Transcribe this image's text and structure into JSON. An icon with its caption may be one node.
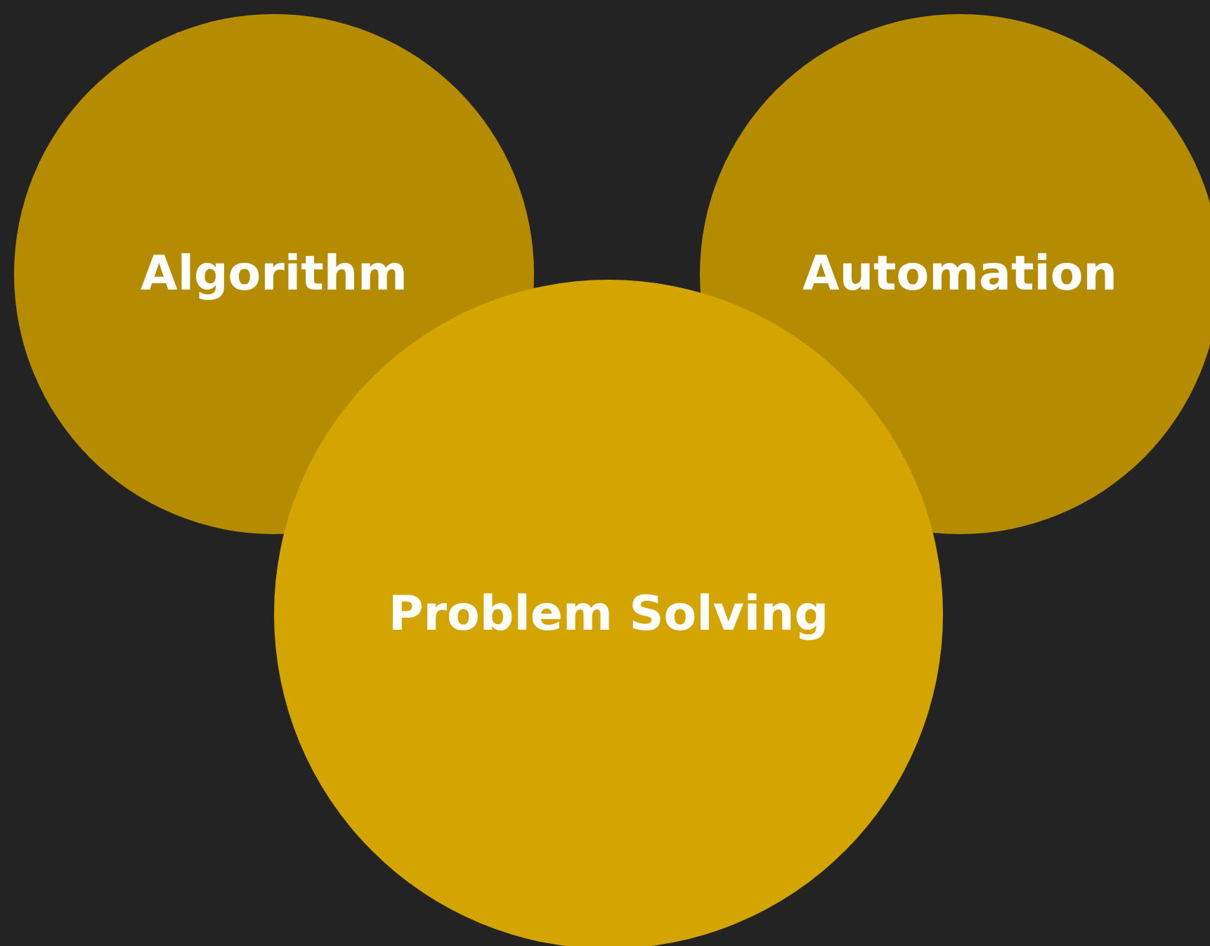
{
  "diagram": {
    "nodes": [
      {
        "text": [
          "Algorithm"
        ]
      },
      {
        "text": [
          "Automation"
        ]
      },
      {
        "text": [
          "Problem Solving"
        ]
      }
    ],
    "edges": []
  }
}
